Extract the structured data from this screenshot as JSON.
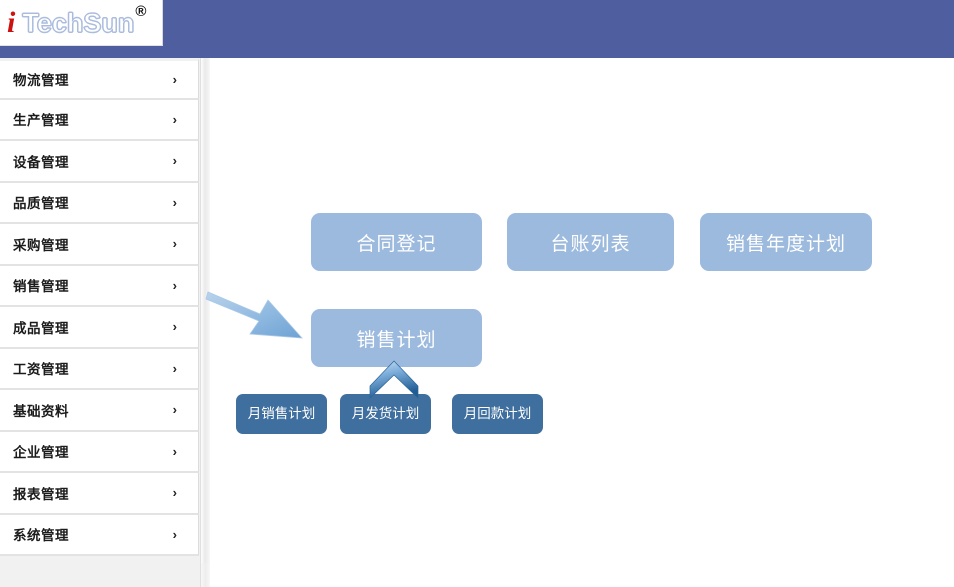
{
  "header": {
    "logo_i": "i",
    "logo_word": "TechSun",
    "logo_registered": "®",
    "bar_color": "#4e5e9e"
  },
  "sidebar": {
    "chevron_glyph": "›",
    "scrollbar_present": true,
    "items": [
      {
        "label": "物流管理"
      },
      {
        "label": "生产管理"
      },
      {
        "label": "设备管理"
      },
      {
        "label": "品质管理"
      },
      {
        "label": "采购管理"
      },
      {
        "label": "销售管理"
      },
      {
        "label": "成品管理"
      },
      {
        "label": "工资管理"
      },
      {
        "label": "基础资料"
      },
      {
        "label": "企业管理"
      },
      {
        "label": "报表管理"
      },
      {
        "label": "系统管理"
      }
    ]
  },
  "canvas": {
    "light_node_color": "#9cb9de",
    "dark_node_color": "#3f6f9e",
    "nodes_row1": [
      {
        "label": "合同登记"
      },
      {
        "label": "台账列表"
      },
      {
        "label": "销售年度计划"
      }
    ],
    "nodes_row2": [
      {
        "label": "销售计划"
      }
    ],
    "nodes_row3": [
      {
        "label": "月销售计划"
      },
      {
        "label": "月发货计划"
      },
      {
        "label": "月回款计划"
      }
    ],
    "annotations": {
      "pointer_arrow": "diagonal-arrow-to-sales-plan",
      "up_chevron": "up-chevron-over-monthly-shipment-plan"
    }
  }
}
